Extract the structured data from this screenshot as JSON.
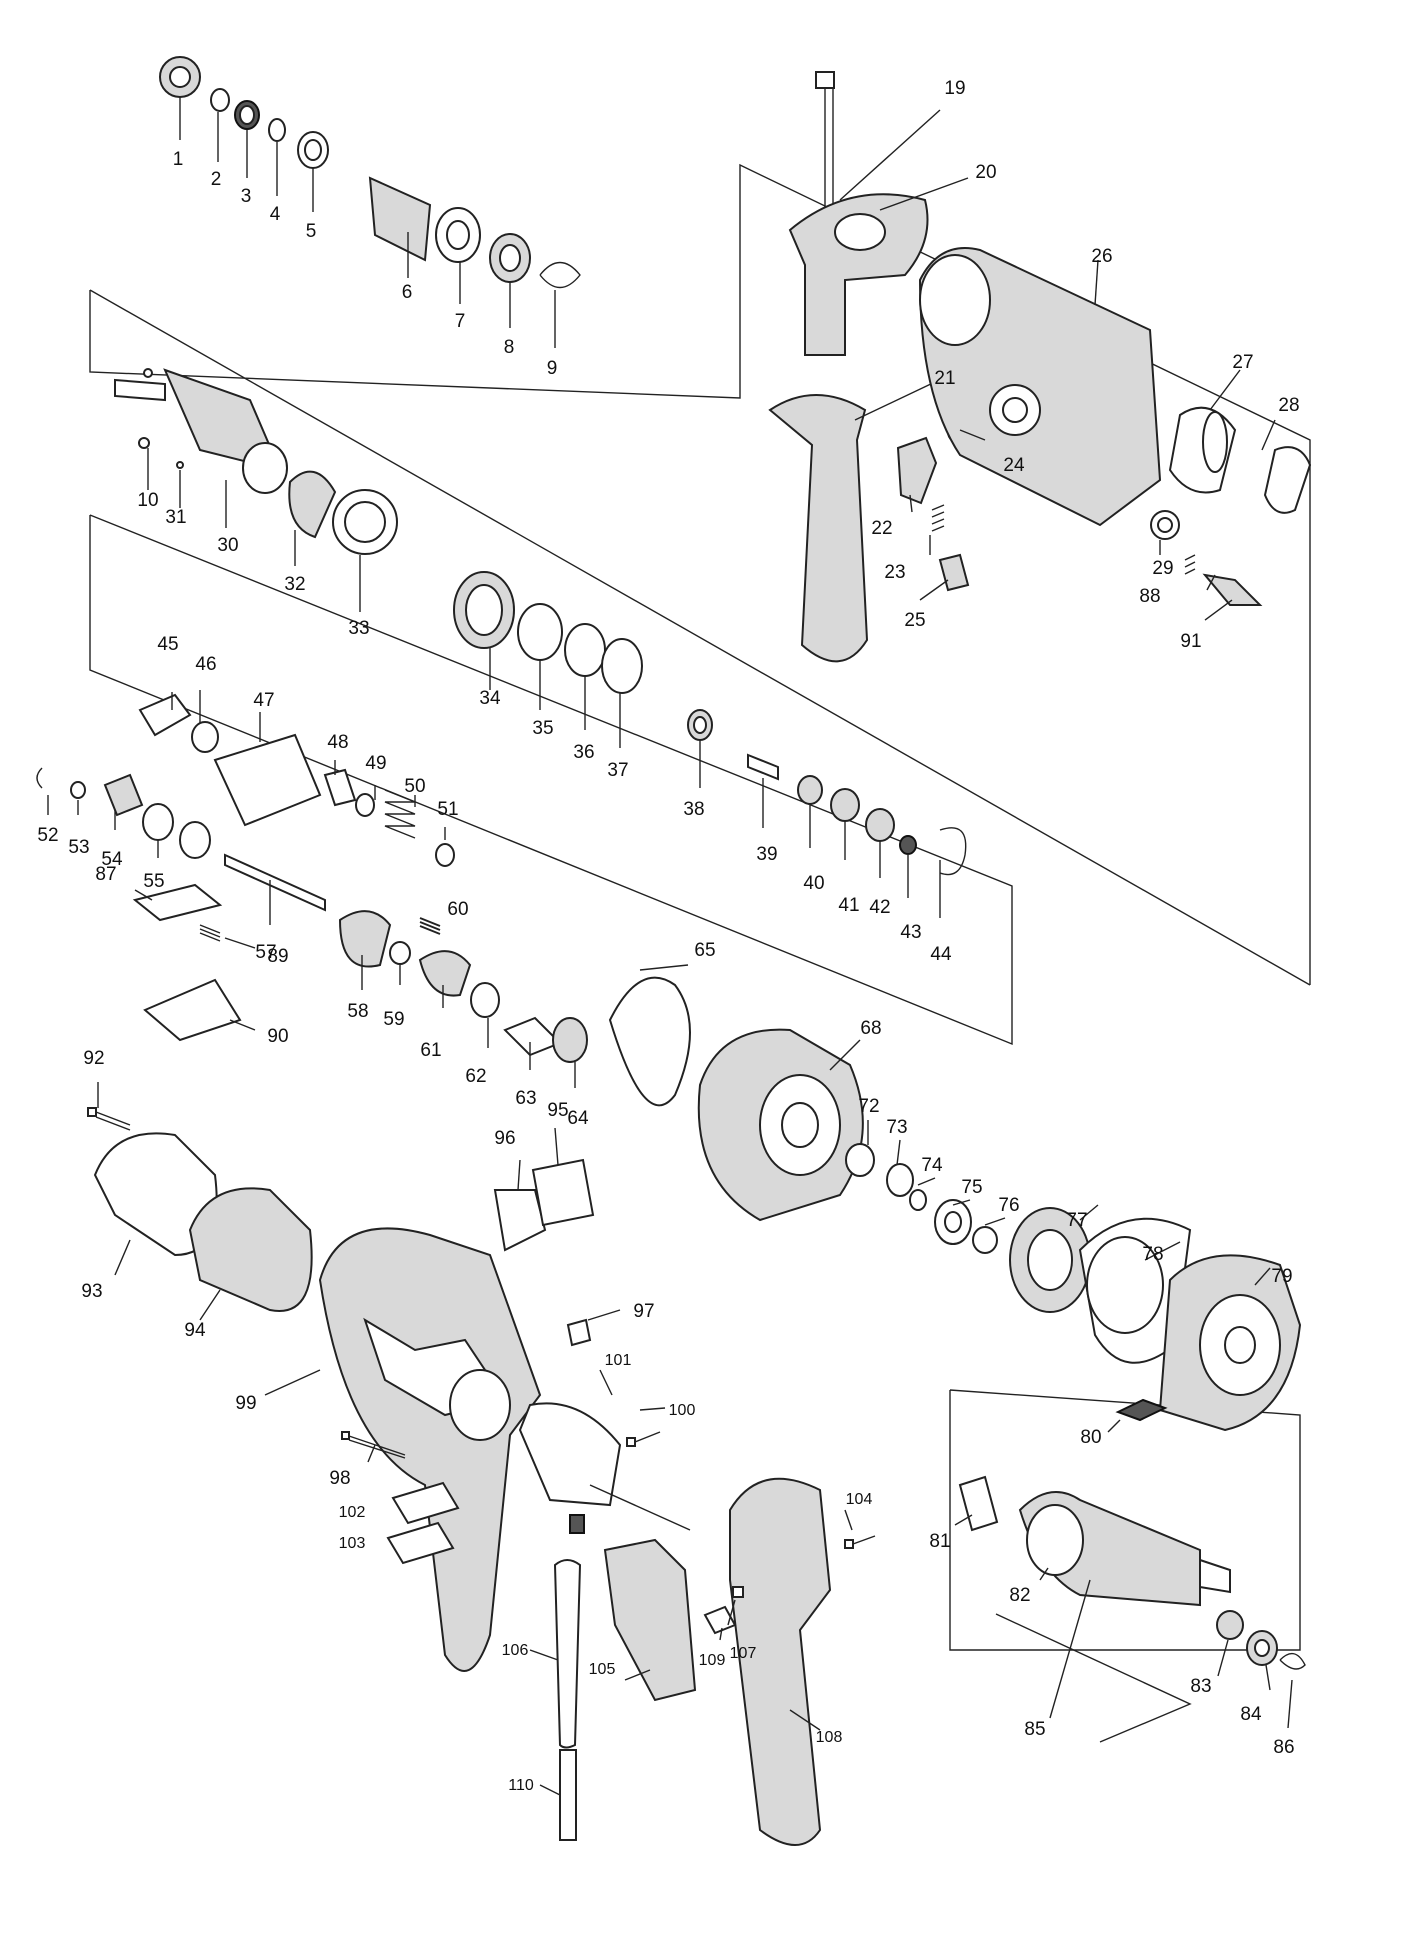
{
  "diagram": {
    "labels": [
      "1",
      "2",
      "3",
      "4",
      "5",
      "6",
      "7",
      "8",
      "9",
      "10",
      "19",
      "20",
      "21",
      "22",
      "23",
      "24",
      "25",
      "26",
      "27",
      "28",
      "29",
      "30",
      "31",
      "32",
      "33",
      "34",
      "35",
      "36",
      "37",
      "38",
      "39",
      "40",
      "41",
      "42",
      "43",
      "44",
      "45",
      "46",
      "47",
      "48",
      "49",
      "50",
      "51",
      "52",
      "53",
      "54",
      "55",
      "57",
      "58",
      "59",
      "60",
      "61",
      "62",
      "63",
      "64",
      "65",
      "68",
      "72",
      "73",
      "74",
      "75",
      "76",
      "77",
      "78",
      "79",
      "80",
      "81",
      "82",
      "83",
      "84",
      "85",
      "86",
      "87",
      "88",
      "89",
      "90",
      "91",
      "92",
      "93",
      "94",
      "95",
      "96",
      "97",
      "98",
      "99",
      "100",
      "101",
      "102",
      "103",
      "104",
      "105",
      "106",
      "107",
      "108",
      "109",
      "110"
    ]
  }
}
